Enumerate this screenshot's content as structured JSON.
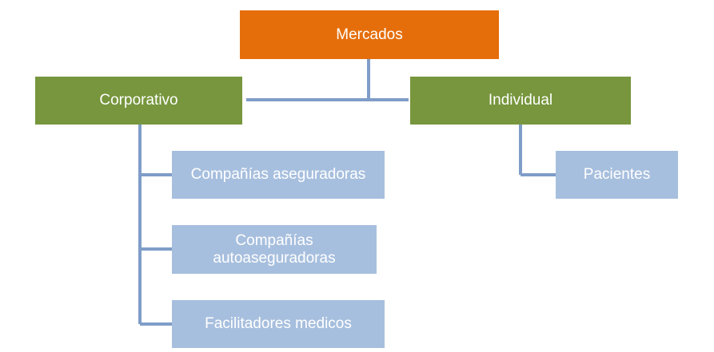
{
  "colors": {
    "root": "#e56e0b",
    "level1": "#77963d",
    "level2": "#a7bfde",
    "connector": "#7f9dc8"
  },
  "diagram": {
    "root": {
      "label": "Mercados"
    },
    "branches": [
      {
        "label": "Corporativo",
        "children": [
          {
            "label": "Compañías aseguradoras"
          },
          {
            "label": "Compañías autoaseguradoras"
          },
          {
            "label": "Facilitadores medicos"
          }
        ]
      },
      {
        "label": "Individual",
        "children": [
          {
            "label": "Pacientes"
          }
        ]
      }
    ]
  }
}
